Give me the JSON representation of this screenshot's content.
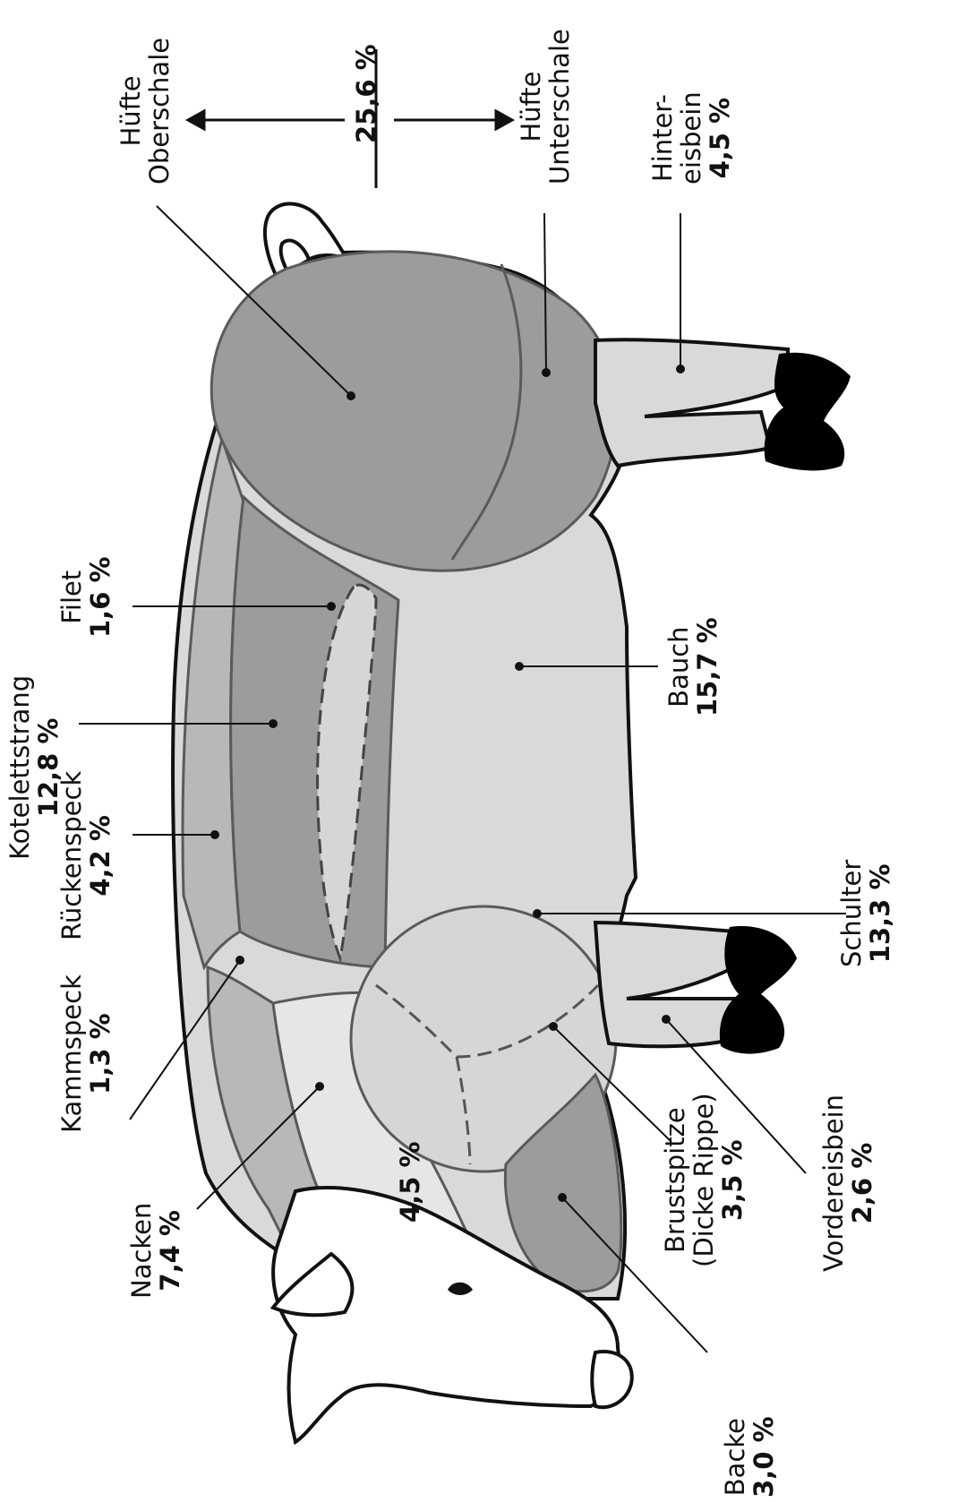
{
  "colors": {
    "outline": "#111111",
    "cut_border": "#5a5a5a",
    "dark_cut": "#9c9c9c",
    "mid_cut": "#b8b8b8",
    "light_cut": "#d9d9d9",
    "lighter_cut": "#e6e6e6",
    "hoof": "#000000"
  },
  "cuts": {
    "huefte_oberschale": {
      "name": [
        "Hüfte",
        "Oberschale"
      ]
    },
    "huefte_unterschale": {
      "name": [
        "Hüfte",
        "Unterschale"
      ]
    },
    "huefte_total": {
      "percent": "25,6 %"
    },
    "hintereisbein": {
      "name": [
        "Hinter-",
        "eisbein"
      ],
      "percent": "4,5 %"
    },
    "filet": {
      "name": "Filet",
      "percent": "1,6 %"
    },
    "kotelettstrang": {
      "name": "Kotelettstrang",
      "percent": "12,8 %"
    },
    "rueckenspeck": {
      "name": "Rückenspeck",
      "percent": "4,2 %"
    },
    "bauch": {
      "name": "Bauch",
      "percent": "15,7 %"
    },
    "schulter": {
      "name": "Schulter",
      "percent": "13,3 %"
    },
    "kammspeck": {
      "name": "Kammspeck",
      "percent": "1,3 %"
    },
    "nacken": {
      "name": "Nacken",
      "percent": "7,4 %"
    },
    "kopf": {
      "percent": "4,5 %"
    },
    "brustspitze": {
      "name": [
        "Brustspitze",
        "(Dicke Rippe)"
      ],
      "percent": "3,5 %"
    },
    "vordereisbein": {
      "name": "Vordereisbein",
      "percent": "2,6 %"
    },
    "backe": {
      "name": "Backe",
      "percent": "3,0 %"
    }
  }
}
